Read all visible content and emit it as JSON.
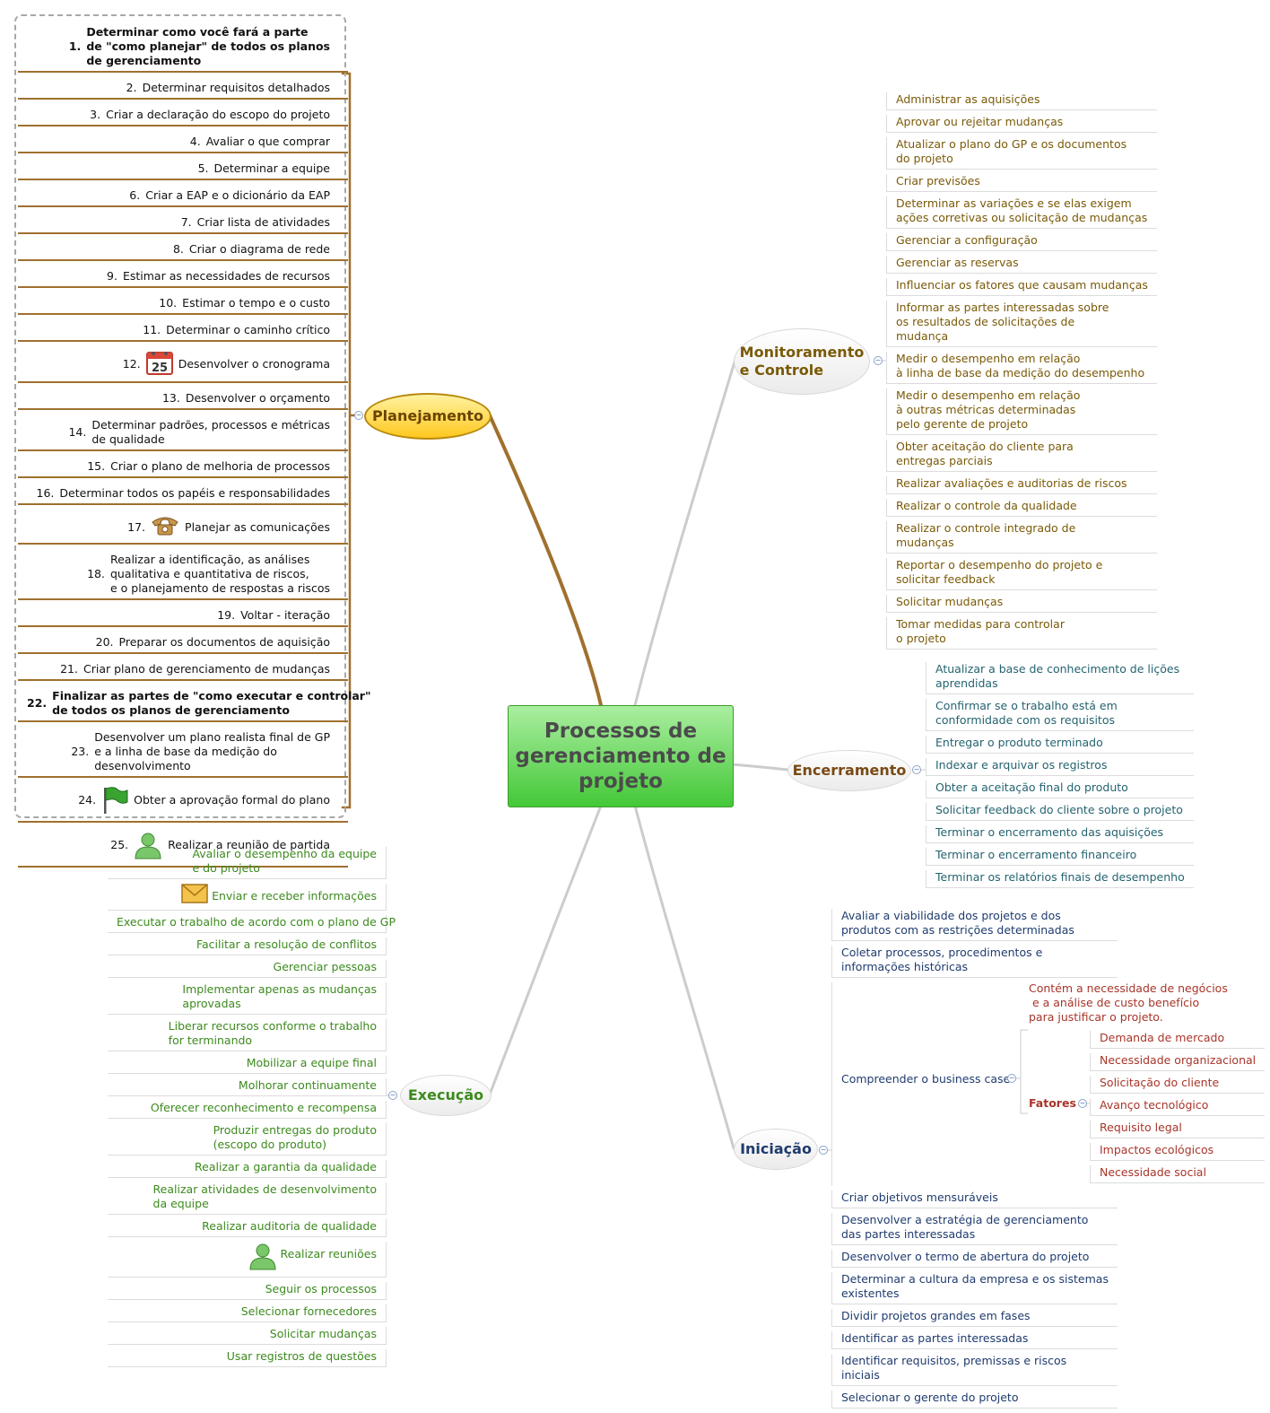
{
  "root": {
    "title": "Processos de gerenciamento de projeto"
  },
  "colors": {
    "planejamento": "#a0702e",
    "monitoramento": "#7a5a08",
    "encerramento": "#24636f",
    "execucao": "#3d8a1e",
    "iniciacao": "#1f3b6e",
    "fatores": "#a8352a"
  },
  "planejamento": {
    "label": "Planejamento",
    "items": [
      {
        "num": "1.",
        "text": "Determinar como você fará a parte\nde \"como planejar\" de todos os planos\nde gerenciamento",
        "bold": true
      },
      {
        "num": "2.",
        "text": "Determinar requisitos detalhados"
      },
      {
        "num": "3.",
        "text": "Criar a declaração do escopo do projeto"
      },
      {
        "num": "4.",
        "text": "Avaliar o que comprar"
      },
      {
        "num": "5.",
        "text": "Determinar a equipe"
      },
      {
        "num": "6.",
        "text": "Criar a EAP e o dicionário da EAP"
      },
      {
        "num": "7.",
        "text": "Criar lista de atividades"
      },
      {
        "num": "8.",
        "text": "Criar o diagrama de rede"
      },
      {
        "num": "9.",
        "text": "Estimar as necessidades de recursos"
      },
      {
        "num": "10.",
        "text": "Estimar o tempo e o custo"
      },
      {
        "num": "11.",
        "text": "Determinar o caminho crítico"
      },
      {
        "num": "12.",
        "text": "Desenvolver o cronograma",
        "icon": "calendar-icon",
        "icon_text": "25"
      },
      {
        "num": "13.",
        "text": "Desenvolver o orçamento"
      },
      {
        "num": "14.",
        "text": "Determinar padrões, processos e métricas\nde qualidade"
      },
      {
        "num": "15.",
        "text": "Criar o plano de melhoria de processos"
      },
      {
        "num": "16.",
        "text": "Determinar todos os papéis e responsabilidades"
      },
      {
        "num": "17.",
        "text": "Planejar as comunicações",
        "icon": "telephone-icon"
      },
      {
        "num": "18.",
        "text": "Realizar a identificação, as análises\nqualitativa e quantitativa de riscos,\ne o planejamento de respostas a riscos"
      },
      {
        "num": "19.",
        "text": "Voltar - iteração"
      },
      {
        "num": "20.",
        "text": "Preparar os documentos de aquisição"
      },
      {
        "num": "21.",
        "text": "Criar plano de gerenciamento de mudanças"
      },
      {
        "num": "22.",
        "text": "Finalizar as partes de \"como executar e controlar\"\nde todos os planos de gerenciamento",
        "bold": true
      },
      {
        "num": "23.",
        "text": "Desenvolver um plano realista final de GP\ne a linha de base da medição do\ndesenvolvimento"
      },
      {
        "num": "24.",
        "text": "Obter a aprovação formal do plano",
        "icon": "flag-icon"
      },
      {
        "num": "25.",
        "text": "Realizar a reunião de partida",
        "icon": "person-icon"
      }
    ]
  },
  "monitoramento": {
    "label": "Monitoramento\ne Controle",
    "items": [
      "Administrar as aquisições",
      "Aprovar ou rejeitar mudanças",
      "Atualizar o plano do GP e os documentos\ndo projeto",
      "Criar previsões",
      "Determinar as variações e se elas exigem\nações corretivas ou solicitação de mudanças",
      "Gerenciar a configuração",
      "Gerenciar as reservas",
      "Influenciar os fatores que causam mudanças",
      "Informar as partes interessadas sobre\nos resultados de solicitações de\nmudança",
      "Medir o desempenho em relação\nà linha de base da medição do desempenho",
      "Medir o desempenho em relação\nà outras métricas determinadas\npelo gerente de projeto",
      "Obter aceitação do cliente para\nentregas parciais",
      "Realizar avaliações e auditorias de riscos",
      "Realizar o controle da qualidade",
      "Realizar o controle integrado de\nmudanças",
      "Reportar o desempenho do projeto e\nsolicitar feedback",
      "Solicitar mudanças",
      "Tomar medidas para controlar\no projeto"
    ]
  },
  "encerramento": {
    "label": "Encerramento",
    "items": [
      "Atualizar a base de conhecimento de lições\naprendidas",
      "Confirmar se o trabalho está em\nconformidade com os requisitos",
      "Entregar o produto terminado",
      "Indexar e arquivar os registros",
      "Obter a aceitação final do produto",
      "Solicitar feedback do cliente sobre o projeto",
      "Terminar o encerramento das aquisições",
      "Terminar o encerramento financeiro",
      "Terminar os relatórios finais de desempenho"
    ]
  },
  "execucao": {
    "label": "Execução",
    "items": [
      {
        "text": "Avaliar o desempenho da equipe\ne do projeto"
      },
      {
        "text": "Enviar e receber informações",
        "icon": "envelope-icon"
      },
      {
        "text": "Executar o trabalho de acordo com o plano de GP"
      },
      {
        "text": "Facilitar a resolução de conflitos"
      },
      {
        "text": "Gerenciar pessoas"
      },
      {
        "text": "Implementar apenas as mudanças\naprovadas"
      },
      {
        "text": "Liberar recursos conforme o trabalho\nfor terminando"
      },
      {
        "text": "Mobilizar a equipe final"
      },
      {
        "text": "Molhorar continuamente"
      },
      {
        "text": "Oferecer reconhecimento e recompensa"
      },
      {
        "text": "Produzir entregas do produto\n(escopo do produto)"
      },
      {
        "text": "Realizar a garantia da qualidade"
      },
      {
        "text": "Realizar atividades de desenvolvimento\nda equipe"
      },
      {
        "text": "Realizar auditoria de qualidade"
      },
      {
        "text": "Realizar reuniões",
        "icon": "person-icon"
      },
      {
        "text": "Seguir os processos"
      },
      {
        "text": "Selecionar fornecedores"
      },
      {
        "text": "Solicitar mudanças"
      },
      {
        "text": "Usar registros de questões"
      }
    ]
  },
  "iniciacao": {
    "label": "Iniciação",
    "items_top": [
      "Avaliar a viabilidade dos projetos e dos\nprodutos com as restrições determinadas",
      "Coletar processos, procedimentos e\ninformações históricas"
    ],
    "business_case": {
      "label": "Compreender o business case",
      "note": "Contém a necessidade de negócios\n e a análise de custo benefício\npara justificar o projeto.",
      "fatores_label": "Fatores",
      "fatores": [
        "Demanda de mercado",
        "Necessidade organizacional",
        "Solicitação do cliente",
        "Avanço tecnológico",
        "Requisito legal",
        "Impactos ecológicos",
        "Necessidade social"
      ]
    },
    "items_bottom": [
      "Criar objetivos mensuráveis",
      "Desenvolver a estratégia de gerenciamento\ndas partes interessadas",
      "Desenvolver o termo de abertura do projeto",
      "Determinar a cultura da empresa e os sistemas\nexistentes",
      "Dividir projetos grandes em fases",
      "Identificar as partes interessadas",
      "Identificar requisitos, premissas e riscos\niniciais",
      "Selecionar o gerente do projeto"
    ]
  }
}
